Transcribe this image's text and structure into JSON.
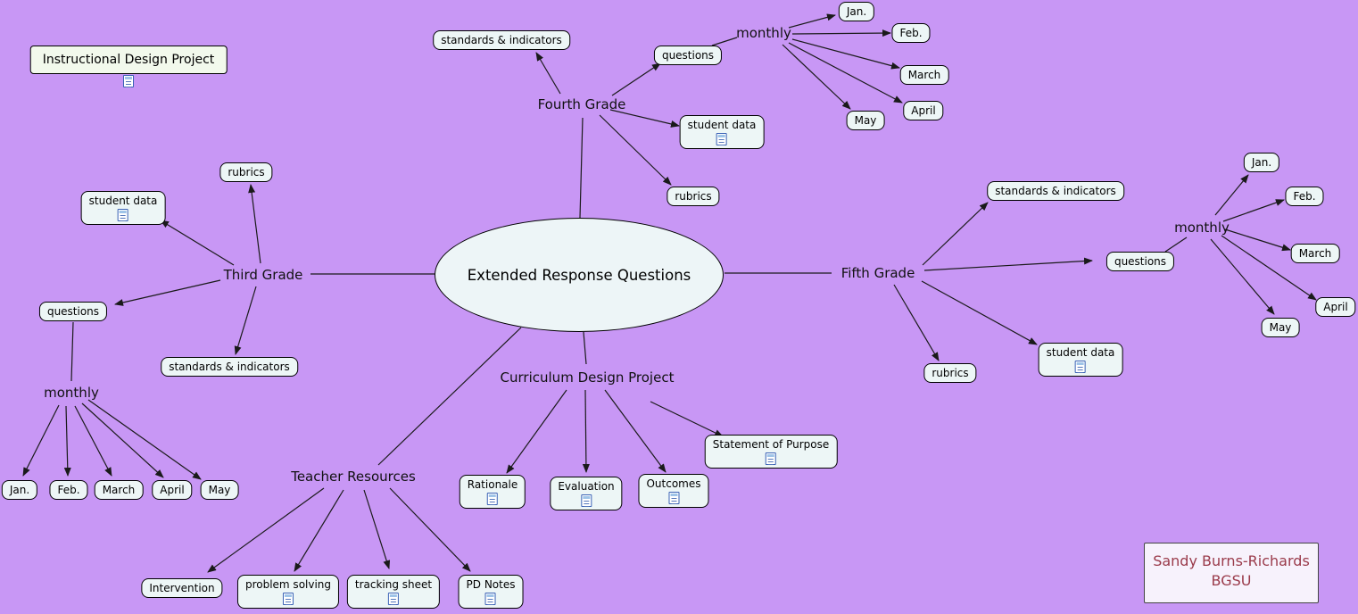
{
  "title_box": {
    "label": "Instructional Design Project"
  },
  "center_node": {
    "label": "Extended Response Questions"
  },
  "grades": {
    "fourth": {
      "label": "Fourth Grade",
      "standards": "standards & indicators",
      "questions": "questions",
      "monthly": "monthly",
      "months": [
        "Jan.",
        "Feb.",
        "March",
        "April",
        "May"
      ],
      "student_data": "student data",
      "rubrics": "rubrics"
    },
    "third": {
      "label": "Third Grade",
      "standards": "standards & indicators",
      "questions": "questions",
      "monthly": "monthly",
      "months": [
        "Jan.",
        "Feb.",
        "March",
        "April",
        "May"
      ],
      "student_data": "student data",
      "rubrics": "rubrics"
    },
    "fifth": {
      "label": "Fifth Grade",
      "standards": "standards & indicators",
      "questions": "questions",
      "monthly": "monthly",
      "months": [
        "Jan.",
        "Feb.",
        "March",
        "April",
        "May"
      ],
      "student_data": "student data",
      "rubrics": "rubrics"
    }
  },
  "curriculum": {
    "label": "Curriculum Design Project",
    "rationale": "Rationale",
    "evaluation": "Evaluation",
    "outcomes": "Outcomes",
    "statement_of_purpose": "Statement of Purpose"
  },
  "resources": {
    "label": "Teacher Resources",
    "intervention": "Intervention",
    "problem_solving": "problem solving",
    "tracking_sheet": "tracking sheet",
    "pd_notes": "PD Notes"
  },
  "author": {
    "name": "Sandy Burns-Richards",
    "org": "BGSU"
  },
  "colors": {
    "background": "#c897f5",
    "node_fill": "#edf6f6",
    "author_text": "#9a3a4a"
  },
  "icons": {
    "document": "document-resource-icon"
  }
}
